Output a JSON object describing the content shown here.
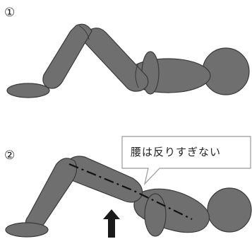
{
  "steps": [
    {
      "number": "①"
    },
    {
      "number": "②",
      "callout": "腰は反りすぎない"
    }
  ],
  "colors": {
    "body_fill": "#6f6f6f",
    "body_stroke": "#3a3a3a",
    "spine_line": "#111111",
    "arrow": "#1a1a1a",
    "callout_border": "#999999"
  },
  "icons": {
    "push_arrow": "up-arrow-icon"
  }
}
